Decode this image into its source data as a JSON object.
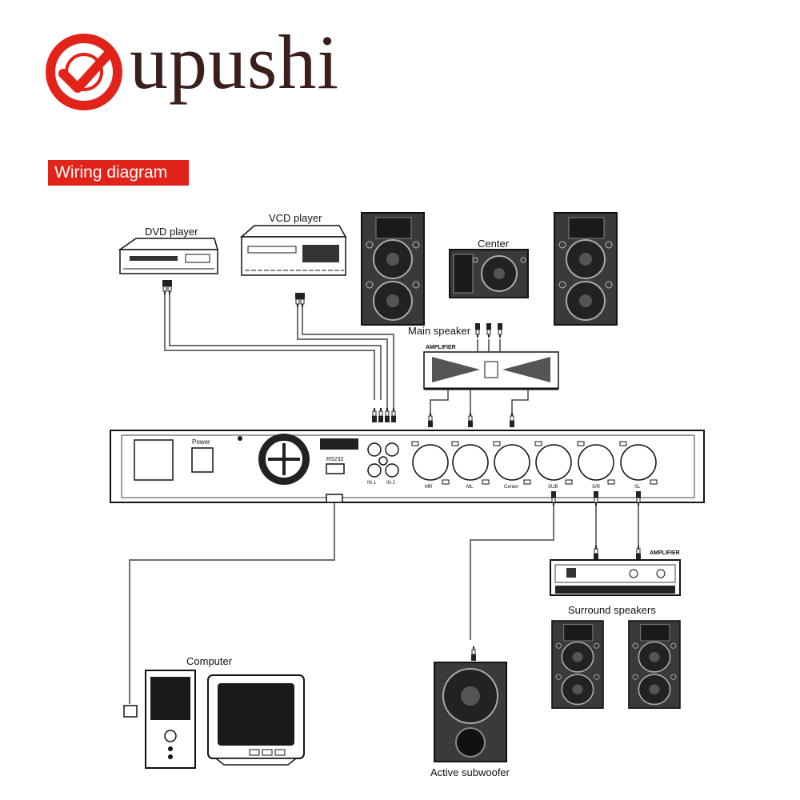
{
  "brand": {
    "name": "upushi"
  },
  "badge": "Wiring diagram",
  "labels": {
    "dvd": "DVD player",
    "vcd": "VCD player",
    "center": "Center",
    "main_speaker": "Main speaker",
    "amplifier_top": "AMPLIFIER",
    "amplifier_right": "AMPLIFIER",
    "surround": "Surround speakers",
    "computer": "Computer",
    "subwoofer": "Active subwoofer"
  },
  "panel": {
    "power": "Power",
    "rs232": "RS232",
    "in1": "IN 1",
    "in2": "IN 2",
    "outputs": [
      "MR",
      "ML",
      "Center",
      "SUB",
      "S/R",
      "SL"
    ]
  },
  "colors": {
    "accent": "#e2231a",
    "brand_text": "#3a1f1a"
  },
  "icons": [
    "check-circle-logo-icon"
  ]
}
